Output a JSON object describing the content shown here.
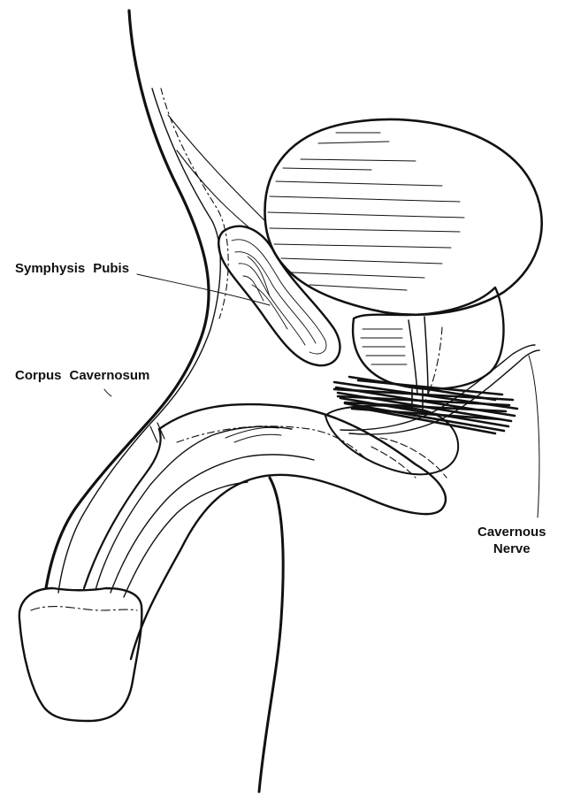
{
  "labels": {
    "symphysis_pubis": [
      "Symphysis",
      "Pubis"
    ],
    "corpus_cavernosum": [
      "Corpus",
      "Cavernosum"
    ],
    "cavernous_nerve": [
      "Cavernous",
      "Nerve"
    ]
  },
  "colors": {
    "ink": "#111111",
    "paper": "#ffffff"
  }
}
